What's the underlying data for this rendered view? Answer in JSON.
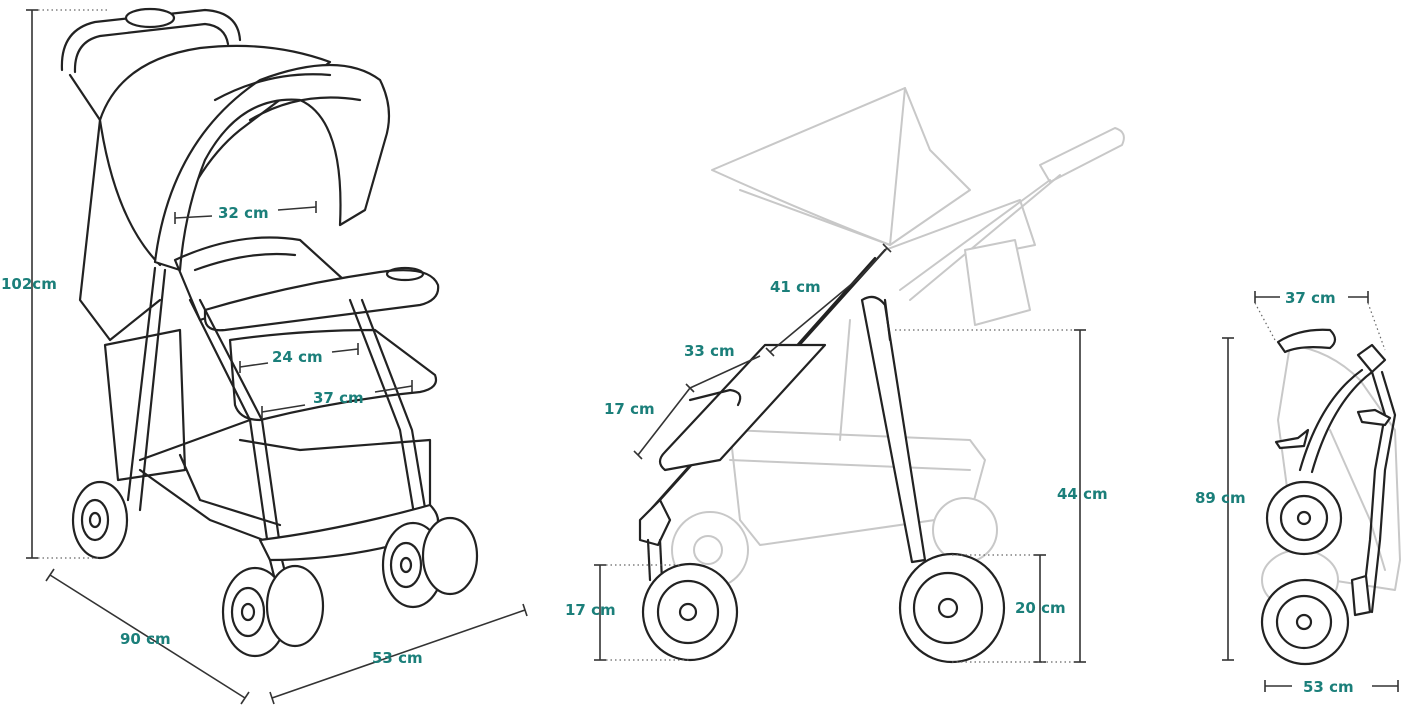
{
  "colors": {
    "dimension_text": "#1b7f7a",
    "outline": "#222222",
    "ghost_outline": "#c8c8c8"
  },
  "views": {
    "front": {
      "dimensions": {
        "height": "102cm",
        "length": "90 cm",
        "width": "53 cm",
        "backrest_width": "32 cm",
        "seat_depth": "24 cm",
        "seat_width": "37 cm"
      }
    },
    "side": {
      "dimensions": {
        "backrest": "41 cm",
        "seat": "33 cm",
        "footrest": "17 cm",
        "seat_height": "44 cm",
        "front_wheel": "17 cm",
        "rear_wheel": "20 cm"
      }
    },
    "folded": {
      "dimensions": {
        "depth": "37 cm",
        "height": "89 cm",
        "width": "53 cm"
      }
    }
  }
}
